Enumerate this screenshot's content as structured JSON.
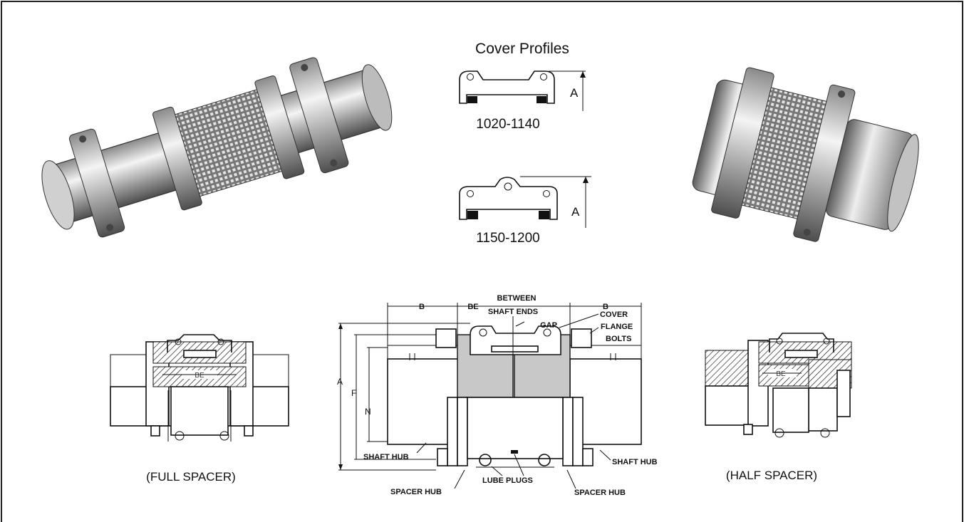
{
  "cover_profiles": {
    "title": "Cover Profiles",
    "profile_1": {
      "code": "1020-1140",
      "dim_label": "A"
    },
    "profile_2": {
      "code": "1150-1200",
      "dim_label": "A"
    }
  },
  "full_spacer": {
    "caption": "(FULL SPACER)",
    "be_label": "BE"
  },
  "half_spacer": {
    "caption": "(HALF SPACER)",
    "be_label": "BE"
  },
  "center_drawing": {
    "dim_b_left": "B",
    "dim_be": "BE",
    "dim_b_right": "B",
    "dim_a": "A",
    "dim_f": "F",
    "dim_n": "N",
    "label_between": "BETWEEN",
    "label_shaft_ends": "SHAFT  ENDS",
    "label_gap": "GAP",
    "label_cover": "COVER",
    "label_flange": "FLANGE",
    "label_bolts": "BOLTS",
    "label_shaft_hub_left": "SHAFT HUB",
    "label_shaft_hub_right": "SHAFT HUB",
    "label_spacer_hub_left": "SPACER HUB",
    "label_spacer_hub_right": "SPACER HUB",
    "label_lube_plugs": "LUBE PLUGS"
  },
  "colors": {
    "metal_light": "#e6e6e6",
    "metal_dark": "#6a6a6a",
    "section_fill": "#c8c8c8",
    "line": "#111111"
  }
}
